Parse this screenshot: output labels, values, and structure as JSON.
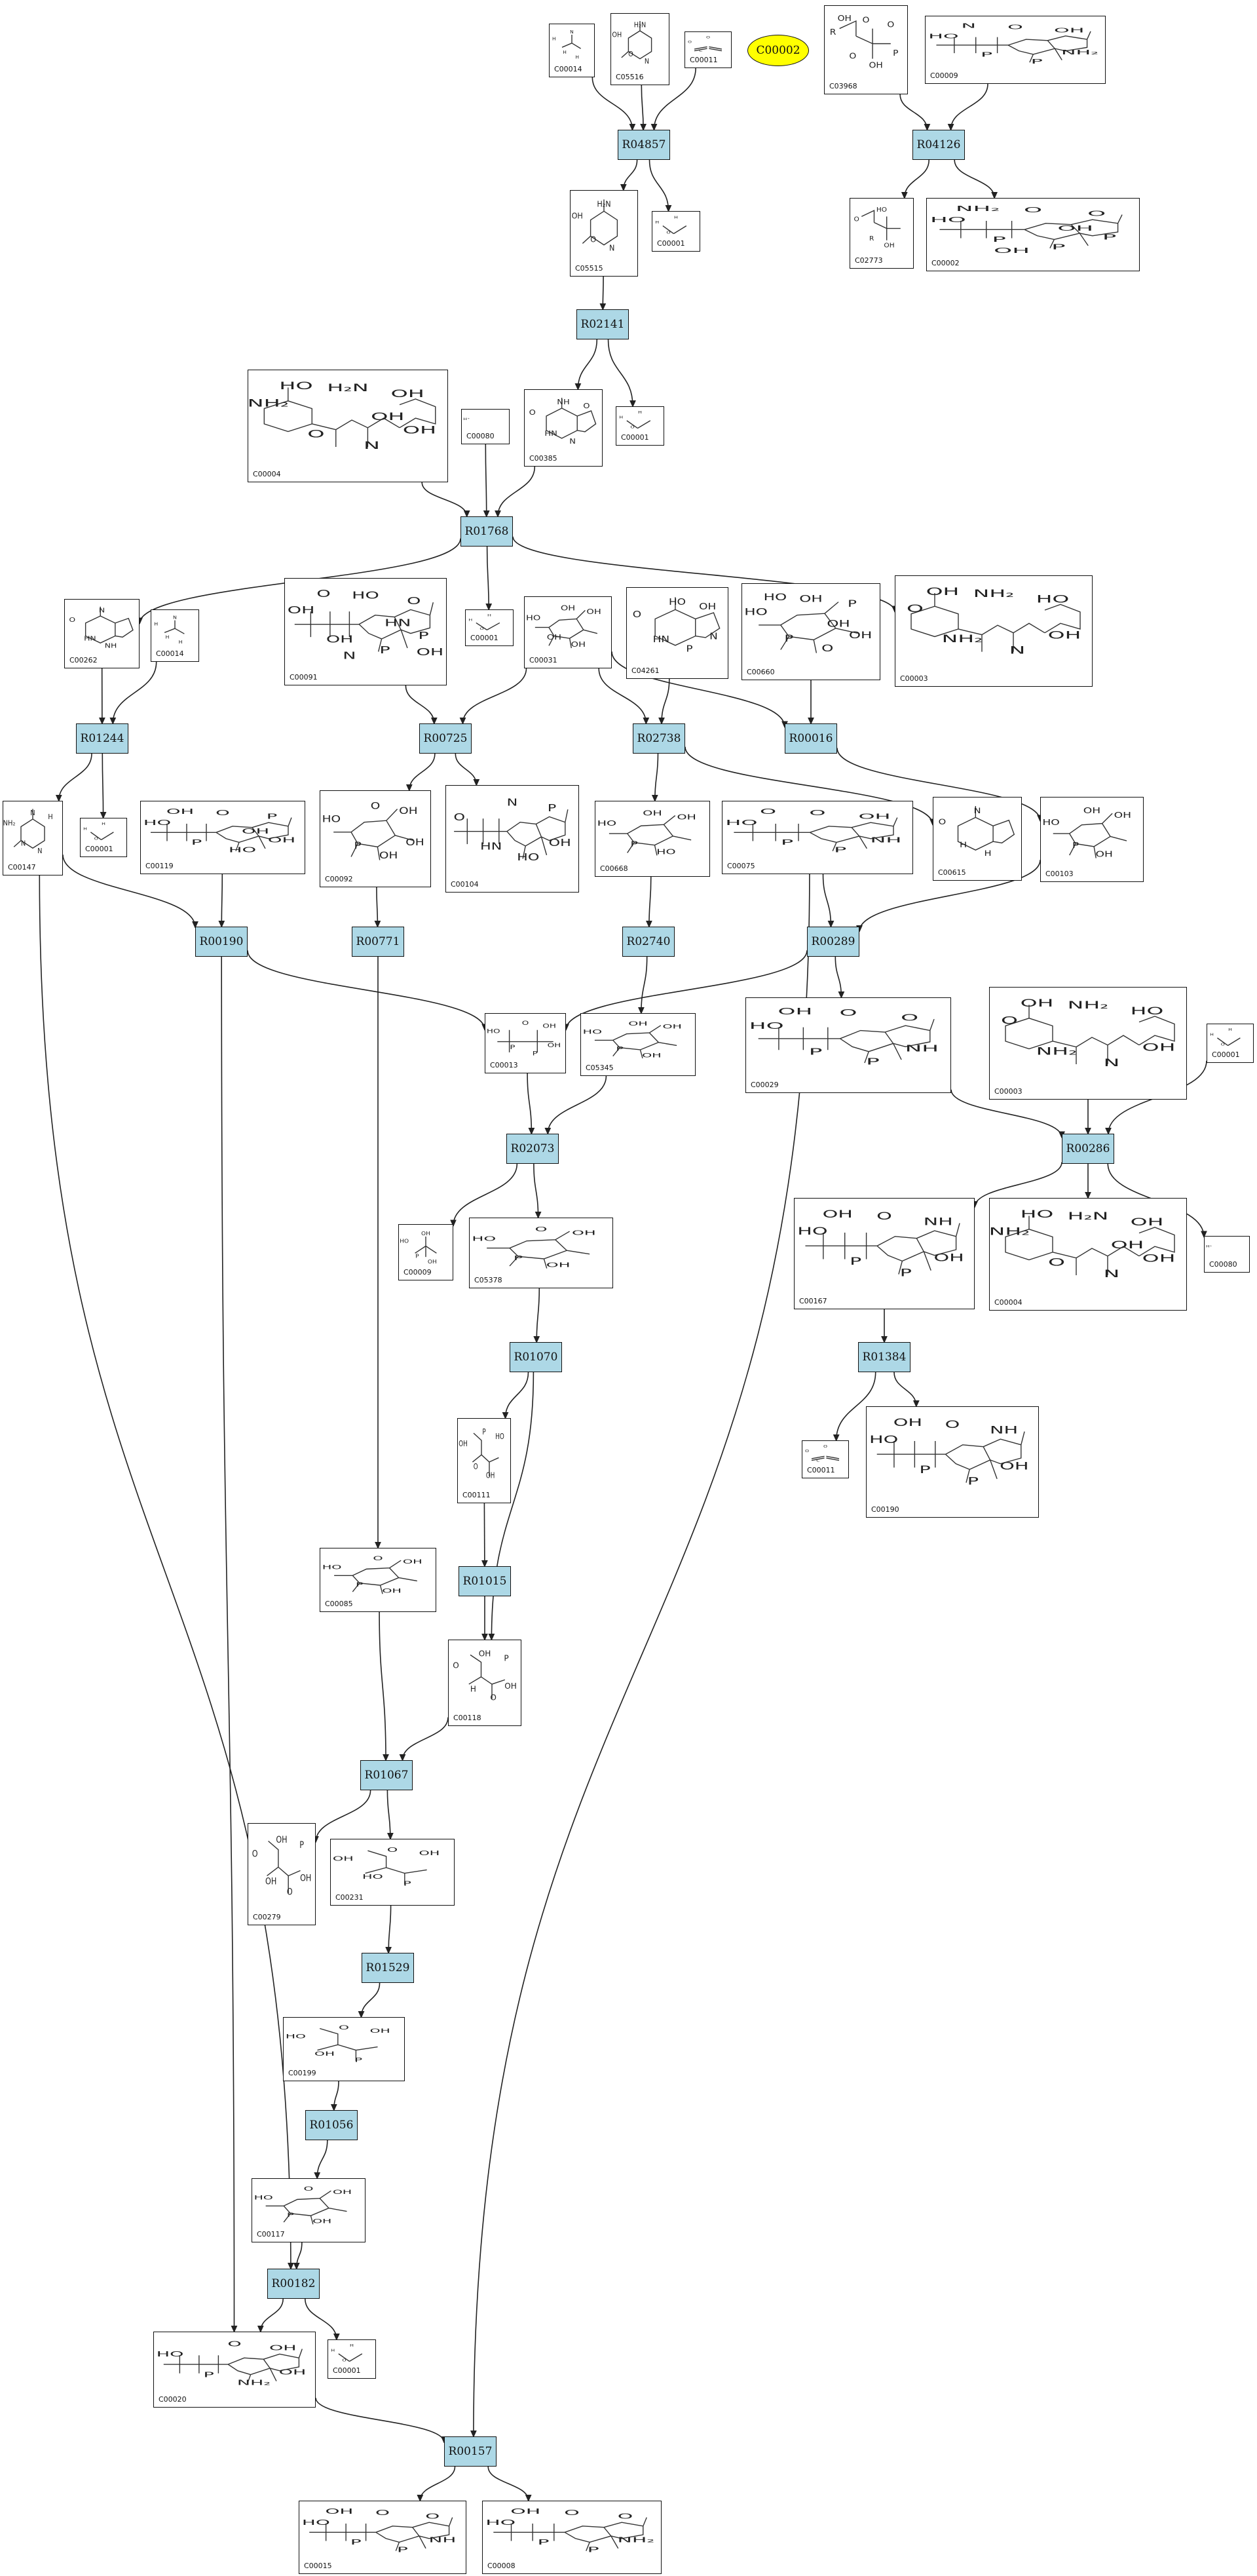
{
  "target": "C00002",
  "reactions": [
    {
      "id": "R04857",
      "key": "r04857"
    },
    {
      "id": "R04126",
      "key": "r04126"
    },
    {
      "id": "R02141",
      "key": "r02141"
    },
    {
      "id": "R01768",
      "key": "r01768"
    },
    {
      "id": "R01244",
      "key": "r01244"
    },
    {
      "id": "R00725",
      "key": "r00725"
    },
    {
      "id": "R02738",
      "key": "r02738"
    },
    {
      "id": "R00016",
      "key": "r00016"
    },
    {
      "id": "R00190",
      "key": "r00190"
    },
    {
      "id": "R00771",
      "key": "r00771"
    },
    {
      "id": "R02740",
      "key": "r02740"
    },
    {
      "id": "R00289",
      "key": "r00289"
    },
    {
      "id": "R02073",
      "key": "r02073"
    },
    {
      "id": "R00286",
      "key": "r00286"
    },
    {
      "id": "R01070",
      "key": "r01070"
    },
    {
      "id": "R01384",
      "key": "r01384"
    },
    {
      "id": "R01015",
      "key": "r01015"
    },
    {
      "id": "R01067",
      "key": "r01067"
    },
    {
      "id": "R01529",
      "key": "r01529"
    },
    {
      "id": "R01056",
      "key": "r01056"
    },
    {
      "id": "R00182",
      "key": "r00182"
    },
    {
      "id": "R00157",
      "key": "r00157"
    }
  ],
  "compounds": [
    {
      "id": "C00014",
      "labels": [
        "H",
        "H",
        "N",
        "H"
      ]
    },
    {
      "id": "C05516",
      "labels": [
        "OH",
        "O",
        "H₂N",
        "N"
      ]
    },
    {
      "id": "C00011",
      "labels": [
        "O",
        "C",
        "O"
      ]
    },
    {
      "id": "C03968",
      "labels": [
        "R",
        "O",
        "O",
        "OH",
        "O",
        "P",
        "OH"
      ]
    },
    {
      "id": "C00009",
      "labels": [
        "HO",
        "P",
        "O",
        "P",
        "OH",
        "NH₂",
        "N"
      ]
    },
    {
      "id": "C05515",
      "labels": [
        "OH",
        "O",
        "H₂N",
        "N"
      ]
    },
    {
      "id": "C00001",
      "labels": [
        "H",
        "O",
        "H"
      ]
    },
    {
      "id": "C02773",
      "labels": [
        "O",
        "R",
        "HO",
        "OH"
      ]
    },
    {
      "id": "C00002",
      "labels": [
        "HO",
        "P",
        "O",
        "P",
        "O",
        "P",
        "NH₂",
        "OH",
        "OH"
      ]
    },
    {
      "id": "C00004",
      "labels": [
        "NH₂",
        "O",
        "H₂N",
        "N",
        "OH",
        "OH",
        "HO",
        "OH"
      ]
    },
    {
      "id": "C00080",
      "labels": [
        "H⁺"
      ]
    },
    {
      "id": "C00385",
      "labels": [
        "O",
        "HN",
        "NH",
        "N",
        "O"
      ]
    },
    {
      "id": "C00262",
      "labels": [
        "O",
        "HN",
        "N",
        "NH"
      ]
    },
    {
      "id": "C00091",
      "labels": [
        "OH",
        "OH",
        "HO",
        "P",
        "O",
        "P",
        "O",
        "HN",
        "N",
        "OH"
      ]
    },
    {
      "id": "C00031",
      "labels": [
        "HO",
        "OH",
        "OH",
        "OH",
        "OH"
      ]
    },
    {
      "id": "C04261",
      "labels": [
        "O",
        "HN",
        "HO",
        "P",
        "OH",
        "N"
      ]
    },
    {
      "id": "C00660",
      "labels": [
        "HO",
        "P",
        "OH",
        "O",
        "P",
        "OH",
        "HO",
        "OH"
      ]
    },
    {
      "id": "C00003",
      "labels": [
        "O",
        "NH₂",
        "NH₂",
        "N",
        "HO",
        "OH",
        "OH"
      ]
    },
    {
      "id": "C00147",
      "labels": [
        "NH₂",
        "N",
        "N",
        "N",
        "H"
      ]
    },
    {
      "id": "C00119",
      "labels": [
        "HO",
        "P",
        "O",
        "HO",
        "P",
        "OH",
        "OH",
        "OH"
      ]
    },
    {
      "id": "C00092",
      "labels": [
        "HO",
        "P",
        "O",
        "OH",
        "OH",
        "OH"
      ]
    },
    {
      "id": "C00104",
      "labels": [
        "O",
        "HN",
        "N",
        "HO",
        "P",
        "OH"
      ]
    },
    {
      "id": "C00668",
      "labels": [
        "HO",
        "P",
        "OH",
        "HO",
        "OH"
      ]
    },
    {
      "id": "C00075",
      "labels": [
        "HO",
        "P",
        "O",
        "P",
        "OH",
        "NH",
        "O"
      ]
    },
    {
      "id": "C00615",
      "labels": [
        "O",
        "H",
        "N",
        "H"
      ]
    },
    {
      "id": "C00103",
      "labels": [
        "HO",
        "P",
        "OH",
        "OH",
        "OH"
      ]
    },
    {
      "id": "C00013",
      "labels": [
        "HO",
        "P",
        "O",
        "P",
        "OH",
        "OH"
      ]
    },
    {
      "id": "C05345",
      "labels": [
        "HO",
        "P",
        "OH",
        "OH",
        "OH"
      ]
    },
    {
      "id": "C00029",
      "labels": [
        "HO",
        "P",
        "O",
        "P",
        "O",
        "NH",
        "OH"
      ]
    },
    {
      "id": "C00009",
      "labels": [
        "HO",
        "P",
        "OH",
        "OH"
      ]
    },
    {
      "id": "C05378",
      "labels": [
        "HO",
        "P",
        "O",
        "OH",
        "OH"
      ]
    },
    {
      "id": "C00167",
      "labels": [
        "HO",
        "P",
        "O",
        "P",
        "NH",
        "OH",
        "OH"
      ]
    },
    {
      "id": "C00111",
      "labels": [
        "OH",
        "O",
        "P",
        "OH",
        "HO"
      ]
    },
    {
      "id": "C00190",
      "labels": [
        "HO",
        "P",
        "O",
        "P",
        "NH",
        "OH",
        "OH"
      ]
    },
    {
      "id": "C00085",
      "labels": [
        "HO",
        "P",
        "O",
        "OH",
        "OH"
      ]
    },
    {
      "id": "C00118",
      "labels": [
        "O",
        "H",
        "OH",
        "O",
        "P",
        "OH"
      ]
    },
    {
      "id": "C00279",
      "labels": [
        "O",
        "OH",
        "OH",
        "O",
        "P",
        "OH"
      ]
    },
    {
      "id": "C00231",
      "labels": [
        "OH",
        "HO",
        "O",
        "P",
        "OH"
      ]
    },
    {
      "id": "C00199",
      "labels": [
        "HO",
        "OH",
        "O",
        "P",
        "OH"
      ]
    },
    {
      "id": "C00117",
      "labels": [
        "HO",
        "P",
        "O",
        "OH",
        "OH"
      ]
    },
    {
      "id": "C00020",
      "labels": [
        "HO",
        "P",
        "O",
        "NH₂",
        "OH",
        "OH"
      ]
    },
    {
      "id": "C00015",
      "labels": [
        "HO",
        "P",
        "O",
        "P",
        "O",
        "NH",
        "OH"
      ]
    },
    {
      "id": "C00008",
      "labels": [
        "HO",
        "P",
        "O",
        "P",
        "O",
        "NH₂",
        "OH"
      ]
    }
  ]
}
